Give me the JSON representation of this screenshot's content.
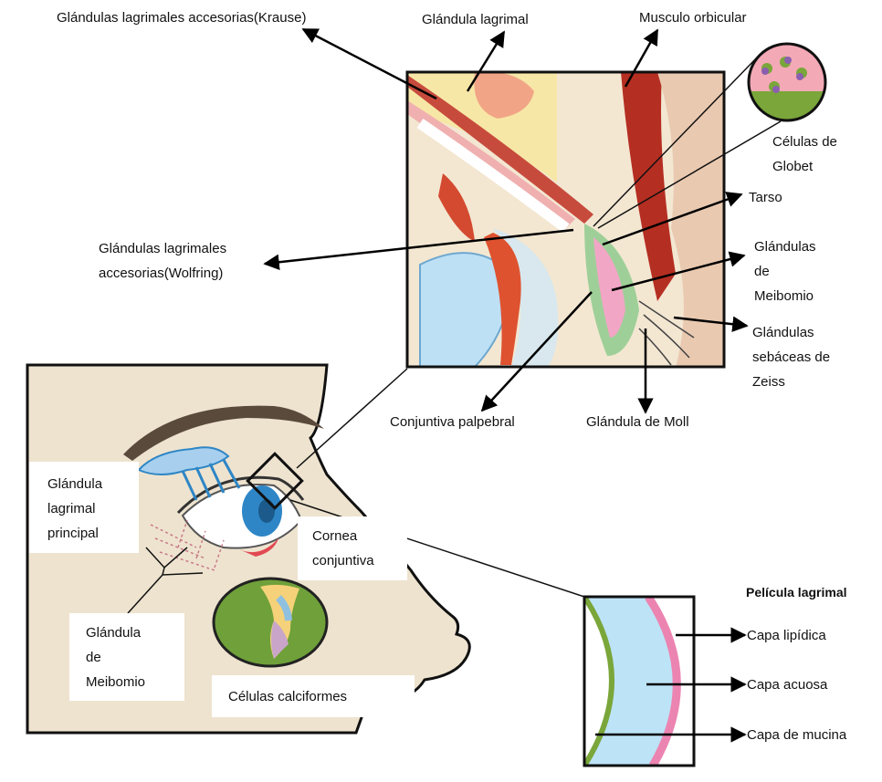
{
  "labels": {
    "krause": "Glándulas lagrimales accesorias(Krause)",
    "lagrimal": "Glándula lagrimal",
    "orbicular": "Musculo orbicular",
    "globet": [
      "Células de",
      "Globet"
    ],
    "tarso": "Tarso",
    "wolfring": [
      "Glándulas lagrimales",
      "accesorias(Wolfring)"
    ],
    "meibomio_top": [
      "Glándulas",
      "de",
      "Meibomio"
    ],
    "zeiss": [
      "Glándulas",
      "sebáceas de",
      "Zeiss"
    ],
    "conjuntiva_palpebral": "Conjuntiva palpebral",
    "moll": "Glándula de Moll",
    "principal": [
      "Glándula",
      "lagrimal",
      "principal"
    ],
    "cornea": [
      "Cornea",
      "conjuntiva"
    ],
    "meibomio_bottom": [
      "Glándula",
      "de",
      "Meibomio"
    ],
    "calciformes": "Células calciformes",
    "pelicula_title": "Película lagrimal",
    "lipidica": "Capa lipídica",
    "acuosa": "Capa acuosa",
    "mucina": "Capa de mucina"
  },
  "colors": {
    "skin": "#eee3cf",
    "outline": "#111111",
    "brow": "#5a4a3c",
    "lacrimal_gland": "#a8d0ee",
    "iris": "#2e86c6",
    "muscle": "#b83a2a",
    "tarsus_green": "#9fcf98",
    "meibomian_pink": "#f2a6c6",
    "cornea_blue": "#bde0f5",
    "goblet_green": "#6fa03a",
    "tear_aqueous": "#bde3f7",
    "tear_lipid": "#ec84b1",
    "tear_mucin": "#7aa63a"
  }
}
